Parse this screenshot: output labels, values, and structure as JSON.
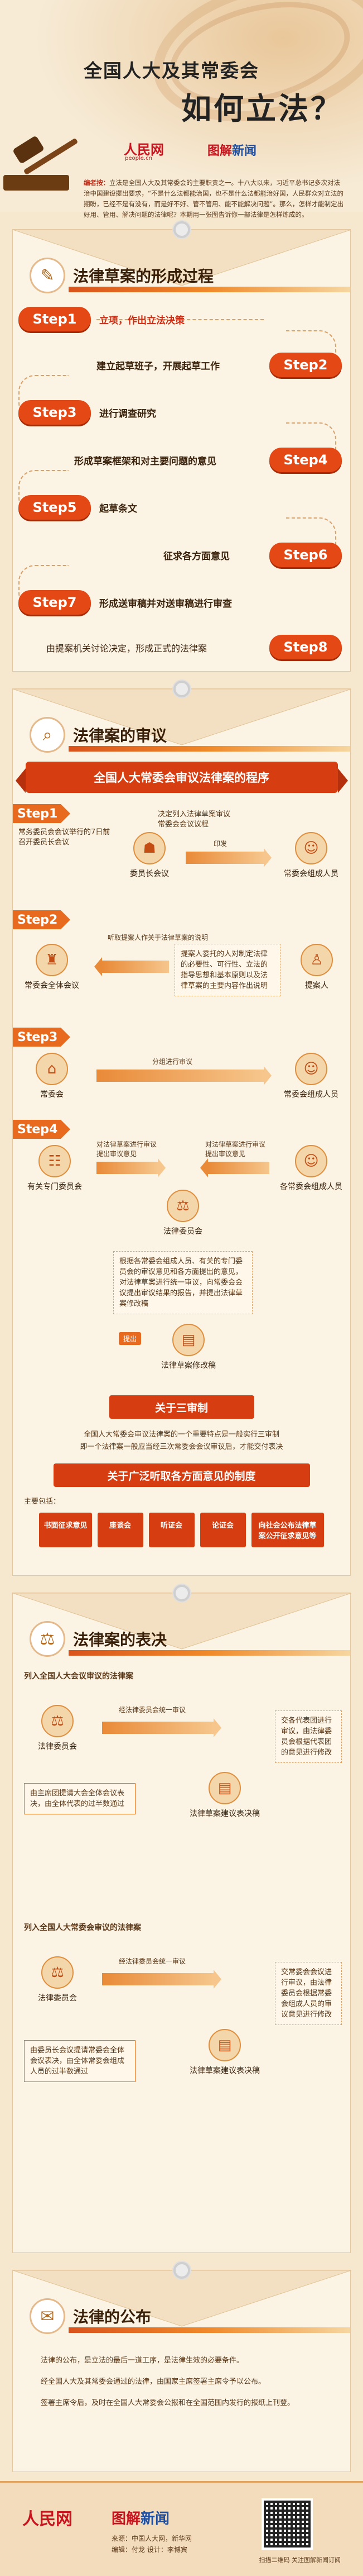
{
  "header": {
    "title_line1": "全国人大及其常委会",
    "title_line2": "如何立法？",
    "brand_people": "人民网",
    "brand_people_sub": "people.cn",
    "brand_xinhua_a": "图解",
    "brand_xinhua_b": "新闻",
    "intro_label": "编者按：",
    "intro": "立法是全国人大及其常委会的主要职责之一。十八大以来，习近平总书记多次对法治中国建设提出要求，“不是什么法都能治国，也不是什么法都能治好国，人民群众对立法的期盼，已经不是有没有，而是好不好、管不管用、能不能解决问题”。那么，怎样才能制定出好用、管用、解决问题的法律呢？本期用一张图告诉你一部法律是怎样炼成的。"
  },
  "section1": {
    "title": "法律草案的形成过程",
    "steps": [
      {
        "label": "Step1",
        "text": "立项，作出立法决策"
      },
      {
        "label": "Step2",
        "text": "建立起草班子，开展起草工作"
      },
      {
        "label": "Step3",
        "text": "进行调查研究"
      },
      {
        "label": "Step4",
        "text": "形成草案框架和对主要问题的意见"
      },
      {
        "label": "Step5",
        "text": "起草条文"
      },
      {
        "label": "Step6",
        "text": "征求各方面意见"
      },
      {
        "label": "Step7",
        "text": "形成送审稿并对送审稿进行审查"
      },
      {
        "label": "Step8",
        "text": "由提案机关讨论决定，形成正式的法律案"
      }
    ]
  },
  "section2": {
    "title": "法律案的审议",
    "banner": "全国人大常委会审议法律案的程序",
    "step1": {
      "label": "Step1",
      "note": "常务委员会会议举行的7日前",
      "note2": "召开委员长会议",
      "decide": "决定列入法律草案审议",
      "decide2": "常委会会议议程",
      "node_a": "委员长会议",
      "node_b": "常委会组成人员",
      "arrow_lbl": "印发"
    },
    "step2": {
      "label": "Step2",
      "arrow_lbl": "听取提案人作关于法律草案的说明",
      "box": "提案人委托的人对制定法律的必要性、可行性、立法的指导思想和基本原则以及法律草案的主要内容作出说明",
      "node_a": "常委会全体会议",
      "node_b": "提案人"
    },
    "step3": {
      "label": "Step3",
      "arrow_lbl": "分组进行审议",
      "node_a": "常委会",
      "node_b": "常委会组成人员"
    },
    "step4": {
      "label": "Step4",
      "lbl1": "对法律草案进行审议",
      "lbl2": "提出审议意见",
      "lbl3": "对法律草案进行审议",
      "lbl4": "提出审议意见",
      "node_a": "有关专门委员会",
      "node_b": "各常委会组成人员",
      "node_c": "法律委员会",
      "box": "根据各常委会组成人员、有关的专门委员会的审议意见和各方面提出的意见，对法律草案进行统一审议，向常委会会议提出审议结果的报告，并提出法律草案修改稿",
      "submit": "提出",
      "node_d": "法律草案修改稿"
    },
    "sub1": "关于三审制",
    "sub1_text": "全国人大常委会审议法律案的一个重要特点是一般实行三审制",
    "sub1_text2": "即一个法律案一般应当经三次常委会会议审议后，才能交付表决",
    "sub2": "关于广泛听取各方面意见的制度",
    "sub2_label": "主要包括：",
    "institutions": [
      "书面征求意见",
      "座谈会",
      "听证会",
      "论证会",
      "向社会公布法律草案公开征求意见等"
    ]
  },
  "section3": {
    "title": "法律案的表决",
    "list_a": "列入全国人大会议审议的法律案",
    "list_a_lbl": "经法律委员会统一审议",
    "list_a_node": "法律委员会",
    "list_a_side": "交各代表团进行审议，由法律委员会根据代表团的意见进行修改",
    "list_a_result": "法律草案建议表决稿",
    "list_a_box": "由主席团提请大会全体会议表决，由全体代表的过半数通过",
    "list_b": "列入全国人大常委会审议的法律案",
    "list_b_lbl": "经法律委员会统一审议",
    "list_b_node": "法律委员会",
    "list_b_side": "交常委会会议进行审议，由法律委员会根据常委会组成人员的审议意见进行修改",
    "list_b_result": "法律草案建议表决稿",
    "list_b_box": "由委员长会议提请常委会全体会议表决，由全体常委会组成人员的过半数通过"
  },
  "section4": {
    "title": "法律的公布",
    "p1": "法律的公布，是立法的最后一道工序，是法律生效的必要条件。",
    "p2": "经全国人大及其常委会通过的法律，由国家主席签署主席令予以公布。",
    "p3": "签署主席令后，及时在全国人大常委会公报和在全国范围内发行的报纸上刊登。"
  },
  "footer": {
    "brand_people": "人民网",
    "brand_xinhua_a": "图解",
    "brand_xinhua_b": "新闻",
    "source": "来源：中国人大网，新华网",
    "editors": "编辑：付龙  设计：李博宾",
    "qr_caption": "扫描二维码 关注图解新闻订阅"
  }
}
